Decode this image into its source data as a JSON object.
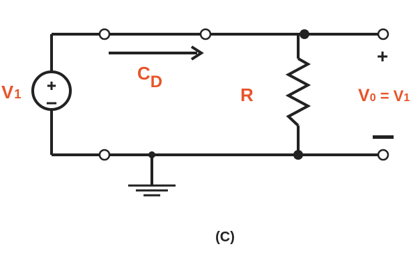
{
  "labels": {
    "source": "V",
    "source_sub": "1",
    "current": "C",
    "current_sub": "D",
    "resistor": "R",
    "output_left": "V",
    "output_left_sub": "0",
    "output_eq": " = ",
    "output_right": "V",
    "output_right_sub": "1",
    "plus": "+",
    "caption": "(C)"
  },
  "colors": {
    "wire": "#222222",
    "label": "#e8542a"
  },
  "icons": {
    "source": "voltage-source-icon",
    "resistor": "resistor-zigzag-icon",
    "ground": "ground-icon",
    "arrow": "current-arrow-icon"
  }
}
